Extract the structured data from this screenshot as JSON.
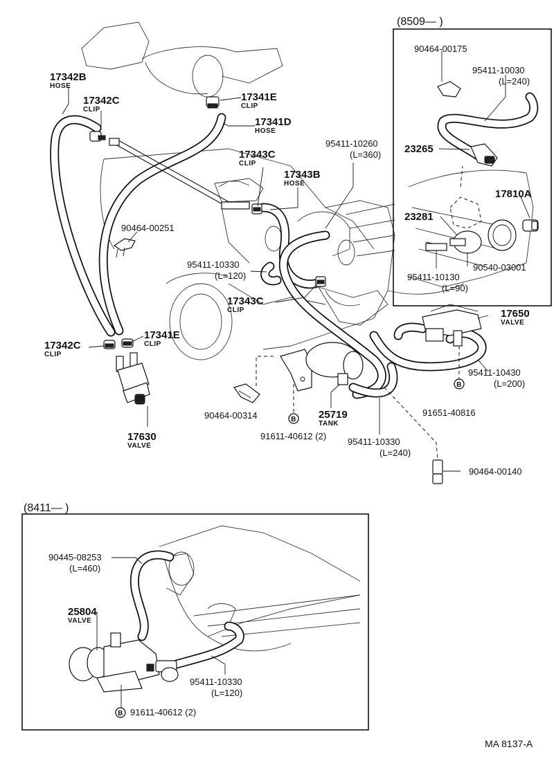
{
  "header_8509": "(8509—        )",
  "header_8411": "(8411—        )",
  "drawing_code": "MA  8137-A",
  "labels": {
    "p17342B": "17342B",
    "p17342B_sub": "HOSE",
    "p17342C_top": "17342C",
    "p17342C_top_sub": "CLIP",
    "p17341E_top": "17341E",
    "p17341E_top_sub": "CLIP",
    "p17341D": "17341D",
    "p17341D_sub": "HOSE",
    "p17343C_top": "17343C",
    "p17343C_top_sub": "CLIP",
    "p17343B": "17343B",
    "p17343B_sub": "HOSE",
    "p95411_10260": "95411-10260",
    "p95411_10260_len": "(L=360)",
    "p90464_00251": "90464-00251",
    "p95411_10330_a": "95411-10330",
    "p95411_10330_a_len": "(L=120)",
    "p17343C_mid": "17343C",
    "p17343C_mid_sub": "CLIP",
    "p17342C_bot": "17342C",
    "p17342C_bot_sub": "CLIP",
    "p17341E_bot": "17341E",
    "p17341E_bot_sub": "CLIP",
    "p17630": "17630",
    "p17630_sub": "VALVE",
    "p90464_00314": "90464-00314",
    "p25719": "25719",
    "p25719_sub": "TANK",
    "p91611_40612_a": "91611-40612 (2)",
    "p95411_10330_b": "95411-10330",
    "p95411_10330_b_len": "(L=240)",
    "p90464_00140": "90464-00140",
    "p17650": "17650",
    "p17650_sub": "VALVE",
    "p95411_10430": "95411-10430",
    "p95411_10430_len": "(L=200)",
    "p91651_40816": "91651-40816",
    "p90464_00175": "90464-00175",
    "p95411_10030": "95411-10030",
    "p95411_10030_len": "(L=240)",
    "p23265": "23265",
    "p17810A": "17810A",
    "p23281": "23281",
    "p95411_10130": "95411-10130",
    "p95411_10130_len": "(L=90)",
    "p90540_03001": "90540-03001",
    "p90445_08253": "90445-08253",
    "p90445_08253_len": "(L=460)",
    "p25804": "25804",
    "p25804_sub": "VALVE",
    "p95411_10330_c": "95411-10330",
    "p95411_10330_c_len": "(L=120)",
    "p91611_40612_b": "91611-40612 (2)",
    "bolt_mark": "B"
  }
}
